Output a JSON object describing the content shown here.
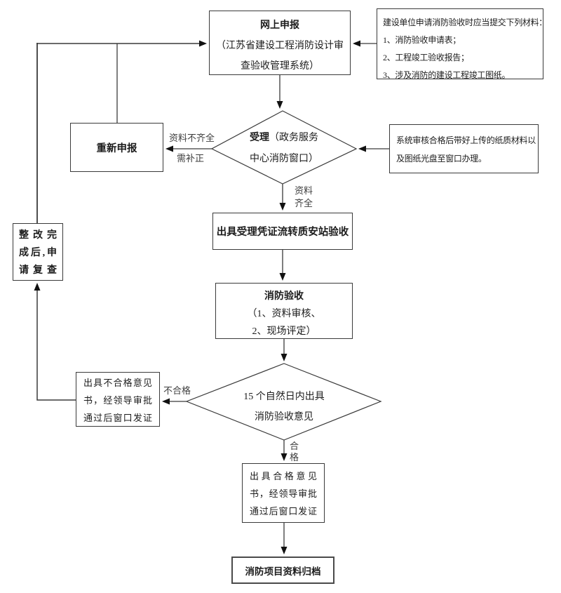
{
  "diagram": {
    "nodes": {
      "online_report": {
        "title": "网上申报",
        "line1": "（江苏省建设工程消防设计审",
        "line2": "查验收管理系统）"
      },
      "materials": {
        "header": "建设单位申请消防验收时应当提交下列材料：",
        "item1": "1、消防验收申请表；",
        "item2": "2、工程竣工验收报告；",
        "item3": "3、涉及消防的建设工程竣工图纸。"
      },
      "renew": {
        "label": "重新申报"
      },
      "accept_decision": {
        "bold": "受理",
        "rest": "（政务服务",
        "line2": "中心消防窗口）"
      },
      "sys_check": {
        "line1": "系统审核合格后带好上传的纸质材料以",
        "line2": "及图纸光盘至窗口办理。"
      },
      "rectify": {
        "line1": "整改完",
        "line2": "成后,申",
        "line3": "请复查"
      },
      "receipt": {
        "label": "出具受理凭证流转质安站验收"
      },
      "fire_accept": {
        "title": "消防验收",
        "line1": "（1、资料审核、",
        "line2": "2、现场评定）"
      },
      "deadline_decision": {
        "line1": "15 个自然日内出具",
        "line2": "消防验收意见"
      },
      "fail_box": {
        "line1": "出具不合格意见",
        "line2": "书，经领导审批",
        "line3": "通过后窗口发证"
      },
      "pass_box": {
        "line1": "出具合格意见",
        "line2": "书，经领导审批",
        "line3": "通过后窗口发证"
      },
      "archive": {
        "label": "消防项目资料归档"
      }
    },
    "edge_labels": {
      "incomplete_1": "资料不齐全",
      "incomplete_2": "需补正",
      "complete_1": "资料",
      "complete_2": "齐全",
      "fail": "不合格",
      "pass_1": "合",
      "pass_2": "格"
    },
    "colors": {
      "line": "#3a3a3a",
      "text": "#1c1c1c"
    }
  }
}
